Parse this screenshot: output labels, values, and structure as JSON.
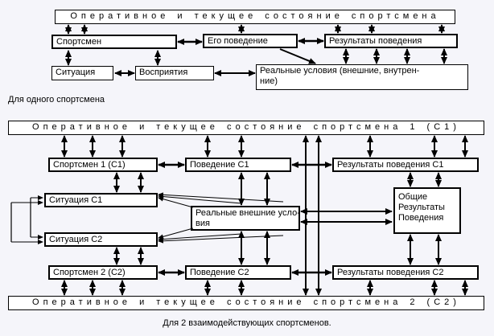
{
  "colors": {
    "background": "#f5f5fa",
    "box_fill": "#ffffff",
    "box_border": "#000000"
  },
  "single": {
    "title": "Оперативное и текущее состояние спортсмена",
    "athlete": "Спортсмен",
    "behavior": "Его поведение",
    "behavior_results": "Результаты поведения",
    "situation": "Ситуация",
    "perceptions": "Восприятия",
    "real_conditions_line1": "Реальные условия (внешние, внутрен-",
    "real_conditions_line2": "ние)",
    "caption": "Для одного спортсмена"
  },
  "pair": {
    "title1": "Оперативное и текущее состояние спортсмена 1 (С1)",
    "athlete1": "Спортсмен 1 (С1)",
    "behavior1": "Поведение С1",
    "results1": "Результаты поведения С1",
    "situation1": "Ситуация С1",
    "real_external_line1": "Реальные внешние усло-",
    "real_external_line2": "вия",
    "common_line1": "Общие",
    "common_line2": "Результаты",
    "common_line3": "Поведения",
    "situation2": "Ситуация С2",
    "athlete2": "Спортсмен 2 (С2)",
    "behavior2": "Поведение С2",
    "results2": "Результаты поведения С2",
    "title2": "Оперативное и текущее состояние спортсмена 2 (С2)",
    "caption": "Для 2 взаимодействующих спортсменов."
  }
}
